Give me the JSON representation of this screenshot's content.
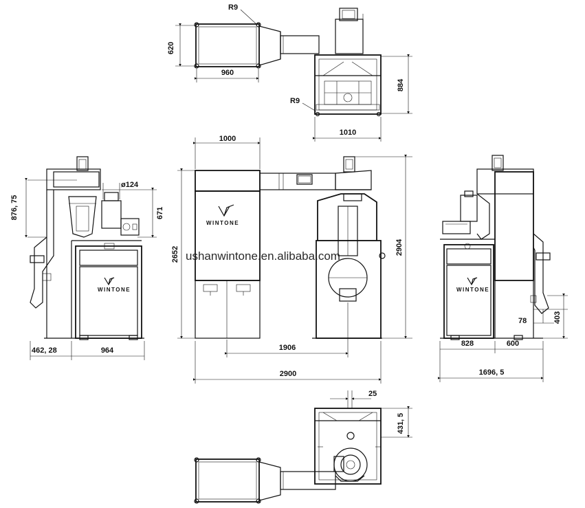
{
  "drawing": {
    "watermark": "ushanwintone.en.alibaba.com",
    "brand": "WINTONE",
    "colors": {
      "line": "#111111",
      "background": "#ffffff",
      "watermark": "#c8c8c8"
    },
    "labels": {
      "top_r9_a": "R9",
      "top_620": "620",
      "top_960": "960",
      "top_884": "884",
      "top_r9_b": "R9",
      "top_1010": "1010",
      "front_1000": "1000",
      "left_87675": "876, 75",
      "left_phi124": "ø124",
      "left_671": "671",
      "front_2652": "2652",
      "front_2904": "2904",
      "left_46228": "462, 28",
      "left_964": "964",
      "front_1906": "1906",
      "front_2900": "2900",
      "right_78": "78",
      "right_403": "403",
      "right_828": "828",
      "right_600": "600",
      "right_16965": "1696, 5",
      "bottom_25": "25",
      "bottom_4315": "431, 5"
    }
  }
}
